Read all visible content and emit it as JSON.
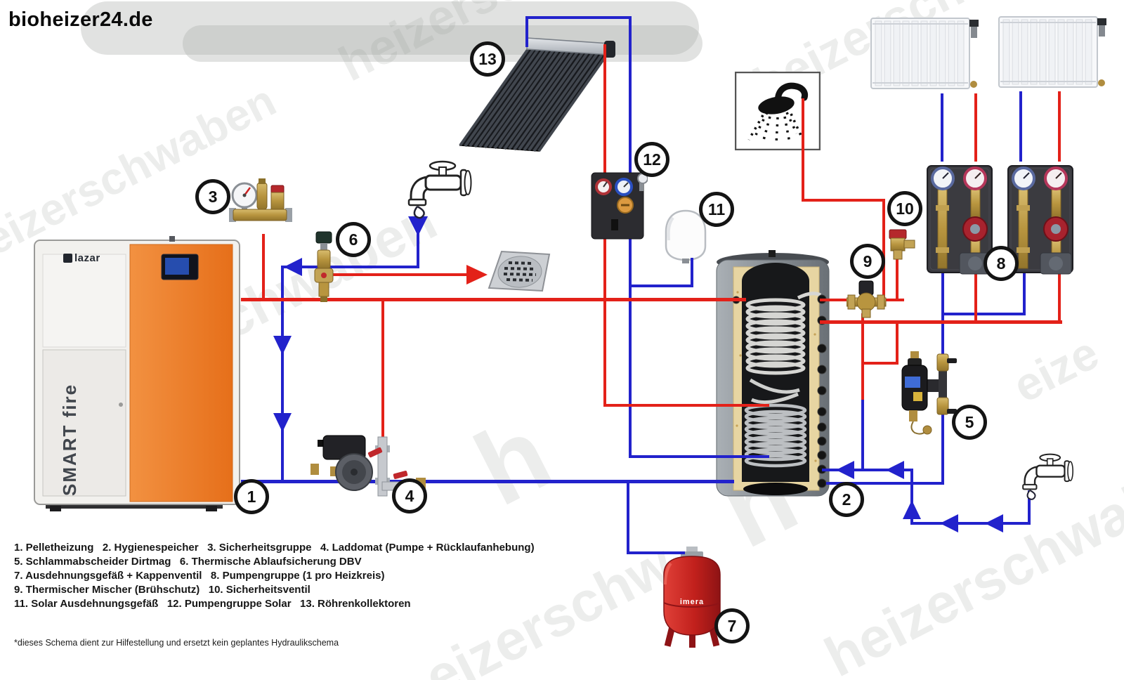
{
  "header": {
    "brand": "bioheizer24.de"
  },
  "watermark": {
    "text": "heizerschwaben",
    "fragments": [
      "heizerschwaben",
      "heizerschwaben",
      "heizerschwaben",
      "eizerschwaben",
      "h",
      "h",
      "eizerschw",
      "heizerschwaben",
      "eize"
    ]
  },
  "markers": [
    "1",
    "2",
    "3",
    "4",
    "5",
    "6",
    "7",
    "8",
    "9",
    "10",
    "11",
    "12",
    "13"
  ],
  "legend": {
    "lines": [
      "1. Pelletheizung   2. Hygienespeicher   3. Sicherheitsgruppe   4. Laddomat (Pumpe + Rücklaufanhebung)",
      "5. Schlammabscheider Dirtmag   6. Thermische Ablaufsicherung DBV",
      "7. Ausdehnungsgefäß + Kappenventil   8. Pumpengruppe (1 pro Heizkreis)",
      "9. Thermischer Mischer (Brühschutz)   10. Sicherheitsventil",
      "11. Solar Ausdehnungsgefäß   12. Pumpengruppe Solar   13. Röhrenkollektoren"
    ],
    "footnote": "*dieses Schema dient zur Hilfestellung und ersetzt kein geplantes Hydraulikschema"
  },
  "components": {
    "boiler": {
      "brand": "lazar",
      "model": "SMART fire"
    },
    "expansion_vessel": {
      "brand": "imera"
    }
  },
  "colors": {
    "pipe_red": "#e32119",
    "pipe_blue": "#2222cc",
    "boiler_panel_orange": "#ee7b27",
    "tank_insulation": "#e7d5a2",
    "expansion_vessel_red": "#c1201c",
    "marker_border": "#141414"
  }
}
